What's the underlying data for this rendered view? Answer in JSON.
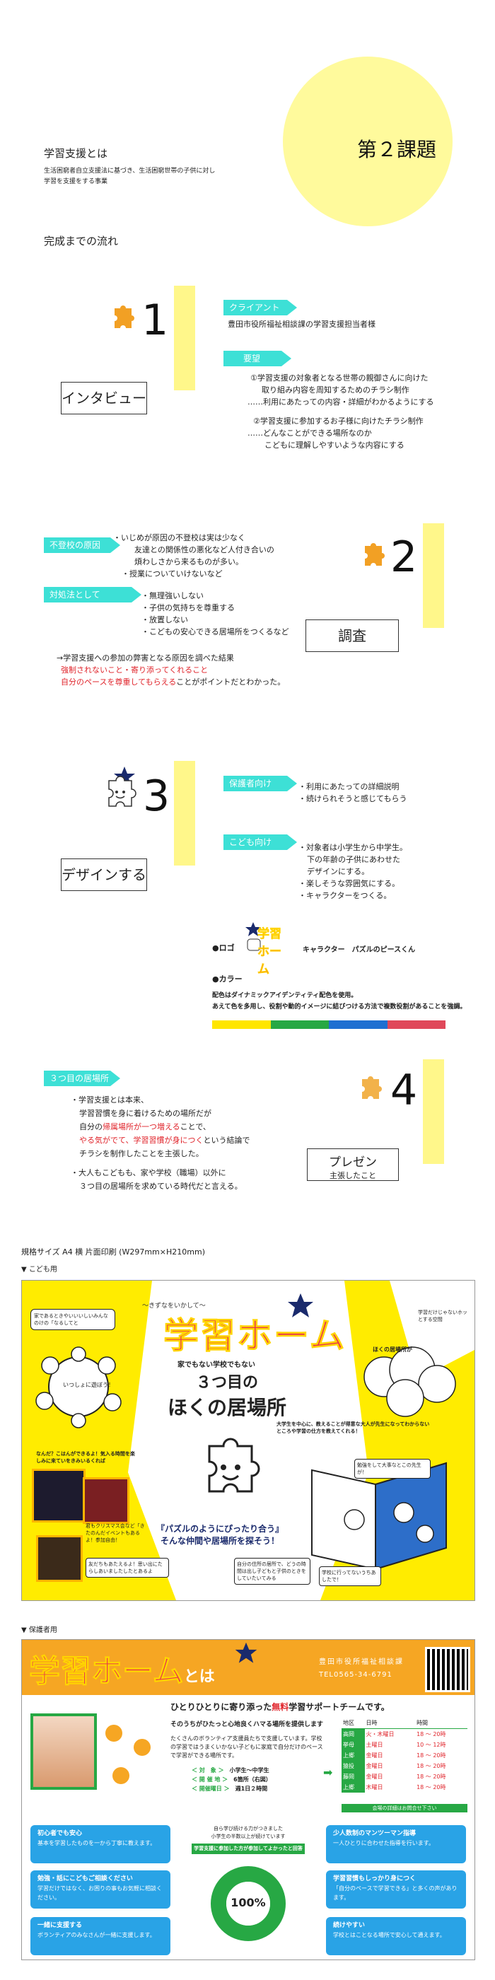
{
  "header": {
    "title": "学習支援とは",
    "desc1": "生活困窮者自立支援法に基づき、生活困窮世帯の子供に対し",
    "desc2": "学習を支援をする事業",
    "badge": "第２課題"
  },
  "flow_title": "完成までの流れ",
  "step1": {
    "number": "1",
    "box_label": "インタビュー",
    "client_tag": "クライアント",
    "client_text": "豊田市役所福祉相談課の学習支援担当者様",
    "request_tag": "要望",
    "req1": "①学習支援の対象者となる世帯の親御さんに向けた",
    "req1b": "取り組み内容を周知するためのチラシ制作",
    "req1c": "……利用にあたっての内容・詳細がわかるようにする",
    "req2": "②学習支援に参加するお子様に向けたチラシ制作",
    "req2b": "……どんなことができる場所なのか",
    "req2c": "こどもに理解しやすいような内容にする"
  },
  "step2": {
    "number": "2",
    "box_label": "調査",
    "cause_tag": "不登校の原因",
    "cause1": "・いじめが原因の不登校は実は少なく",
    "cause1b": "友達との関係性の悪化など人付き合いの",
    "cause1c": "煩わしさから来るものが多い。",
    "cause2": "・授業についていけないなど",
    "measure_tag": "対処法として",
    "m1": "・無理強いしない",
    "m2": "・子供の気持ちを尊重する",
    "m3": "・放置しない",
    "m4": "・こどもの安心できる居場所をつくるなど",
    "conclusion1": "→学習支援への参加の弊害となる原因を調べた結果",
    "conclusion2": "強制されないこと・寄り添ってくれること",
    "conclusion3a": "自分のペースを尊重してもらえる",
    "conclusion3b": "ことがポイントだとわかった。"
  },
  "step3": {
    "number": "3",
    "box_label": "デザインする",
    "parent_tag": "保護者向け",
    "p1": "・利用にあたっての詳細説明",
    "p2": "・続けられそうと感じてもらう",
    "child_tag": "こども向け",
    "c1": "・対象者は小学生から中学生。",
    "c1b": "下の年齢の子供にあわせた",
    "c1c": "デザインにする。",
    "c2": "・楽しそうな雰囲気にする。",
    "c3": "・キャラクターをつくる。",
    "logo_label": "●ロゴ",
    "logo_text": "学習ホーム",
    "character_label": "キャラクター　パズルのピースくん",
    "color_label": "●カラー",
    "color_desc1": "配色はダイナミックアイデンティティ配色を使用。",
    "color_desc2": "あえて色を多用し、役割や動的イメージに結びつける方法で複数役割があることを強調。",
    "colors": [
      "#ffe600",
      "#27a844",
      "#1f6fd1",
      "#e0485a"
    ]
  },
  "step4": {
    "number": "4",
    "box_label": "プレゼン",
    "box_sub": "主張したこと",
    "tag": "３つ目の居場所",
    "a1": "・学習支援とは本来、",
    "a1b": "学習習慣を身に着けるための場所だが",
    "a1c": "自分の",
    "a1c_red": "帰属場所が一つ増える",
    "a1c_end": "ことで、",
    "a1d_red": "やる気がでて、学習習慣が身につく",
    "a1d_end": "という結論で",
    "a1e": "チラシを制作したことを主張した。",
    "a2": "・大人もこどもも、家や学校（職場）以外に",
    "a2b": "３つ目の居場所を求めている時代だと言える。"
  },
  "spec": "規格サイズ A4 横  片面印刷 (W297mm×H210mm)",
  "kids_flyer": {
    "label": "▼ こども用",
    "subtitle": "家でもない学校でもない",
    "title": "学習ホーム",
    "headline1": "３つ目の",
    "headline2": "ほくの居場所",
    "bubble1": "家であるときやいいいしいみんなのけの「なるしてと",
    "bubble2": "いつしょに遊ぼう！",
    "bubble3": "なんだ？こはんができるよ！気入る時間を楽しみに来ていをきみいるくれば",
    "bubble4": "君もクリスマス会など「きたのんだイベントもあるよ！参加自由！",
    "bubble5": "友だちもあたえるよ！思い出にたらしあいましたしたとあるよ",
    "tagline1": "『パズルのようにぴったり合う』",
    "tagline2": "そんな仲間や居場所を探そう！",
    "right1": "学習だけじゃないホッとする空間",
    "right2": "ほくの居場所が",
    "right3": "大学生を中心に、教えることが得意な大人が先生になってわからないところや学習の仕方を教えてくれる！",
    "bubble6": "勉強をして大事なとこの先生が！",
    "bubble7": "自分の住所の居所で、どうの時間は出し子どもと子供のときをしていたいてみる",
    "bubble8": "学校に行ってないうちあしたで！",
    "slogan": "〜きずなをいかして〜"
  },
  "parent_flyer": {
    "label": "▼ 保護者用",
    "title": "学習ホーム",
    "title_suffix": "とは",
    "org": "豊田市役所福祉相談課",
    "tel": "TEL0565-34-6791",
    "lead_a": "ひとりひとりに寄り添った",
    "lead_free": "無料",
    "lead_b": "学習サポートチームです。",
    "heading": "そのうちがひたっと心地良くハマる場所を提供します",
    "intro": "たくさんのボランティア支援員たちで支援しています。学校の学習ではうまくいかない子どもに家庭で自分だけのペースで学習ができる場所です。",
    "target_label": "＜ 対　象 ＞",
    "target_val": "小学生〜中学生",
    "capacity_label": "＜ 開 催 地 ＞",
    "capacity_val": "6箇所（右図）",
    "freq_label": "＜ 開催曜日 ＞",
    "freq_val": "週1日２時間",
    "table_headers": [
      "地区",
      "日時",
      "時間"
    ],
    "table_rows": [
      [
        "高岡",
        "火・木曜日",
        "18 〜 20時"
      ],
      [
        "挙母",
        "土曜日",
        "10 〜 12時"
      ],
      [
        "上郷",
        "金曜日",
        "18 〜 20時"
      ],
      [
        "猿投",
        "金曜日",
        "18 〜 20時"
      ],
      [
        "藤岡",
        "金曜日",
        "18 〜 20時"
      ],
      [
        "上郷",
        "木曜日",
        "18 〜 20時"
      ]
    ],
    "table_note": "会場の詳細はお問合せ下さい",
    "pills_left": [
      {
        "title": "初心者でも安心",
        "body": "基本を学習したものを一から丁寧に教えます。"
      },
      {
        "title": "勉強・話にこどもご相談ください",
        "body": "学習だけではなく、お困りの事もお気軽に相談ください。"
      },
      {
        "title": "一緒に支援する",
        "body": "ボランティアのみなさんが一緒に支援します。"
      }
    ],
    "pills_right": [
      {
        "title": "少人数制のマンツーマン指導",
        "body": "一人ひとりに合わせた指導を行います。"
      },
      {
        "title": "学習習慣もしっかり身につく",
        "body": "「自分のペースで学習できる」と多くの声があります。"
      },
      {
        "title": "続けやすい",
        "body": "学校とはことなる場所で安心して通えます。"
      }
    ],
    "center_note1": "自ら学び続ける力がつきました",
    "center_note2": "小学生の半数以上が続けています",
    "center_question": "学習支援に参加した方が参加してよかったと回答",
    "center_percent": "100%"
  }
}
